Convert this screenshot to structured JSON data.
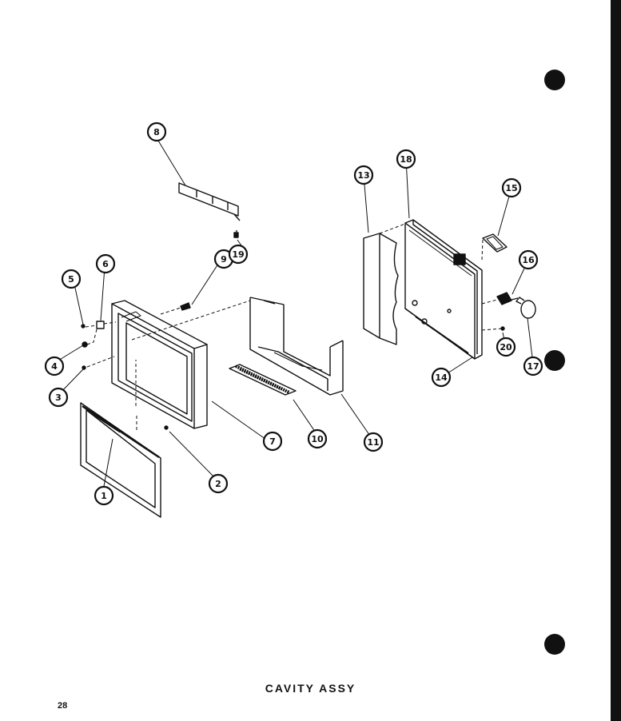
{
  "diagram": {
    "caption": "CAVITY ASSY",
    "page_number": "28",
    "callouts": [
      "1",
      "2",
      "3",
      "4",
      "5",
      "6",
      "7",
      "8",
      "9",
      "10",
      "11",
      "13",
      "14",
      "15",
      "16",
      "17",
      "18",
      "19",
      "20"
    ]
  },
  "colors": {
    "ink": "#111111",
    "paper": "#ffffff"
  },
  "icons": {
    "binder_hole": "filled-circle"
  }
}
